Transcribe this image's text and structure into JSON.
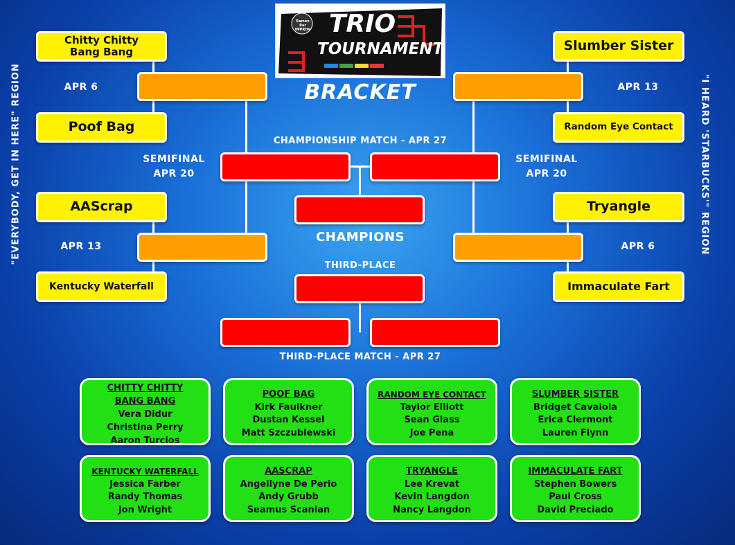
{
  "logo": {
    "badge": "Ramen Bar IMPROV",
    "line1": "TRIO",
    "line2": "TOURNAMENT"
  },
  "title": "BRACKET",
  "left_region": "\"EVERYBODY, GET IN HERE\" REGION",
  "right_region": "\"I HEARD 'STARBUCKS'\" REGION",
  "teams": {
    "l1": "Chitty Chitty Bang Bang",
    "l2": "Poof Bag",
    "l3": "AAScrap",
    "l4": "Kentucky Waterfall",
    "r1": "Slumber Sister",
    "r2": "Random Eye Contact",
    "r3": "Tryangle",
    "r4": "Immaculate Fart"
  },
  "dates": {
    "l_top": "APR 6",
    "l_bottom": "APR 13",
    "r_top": "APR 13",
    "r_bottom": "APR 6",
    "semi_left_1": "SEMIFINAL",
    "semi_left_2": "APR 20",
    "semi_right_1": "SEMIFINAL",
    "semi_right_2": "APR 20"
  },
  "championship_match": "CHAMPIONSHIP MATCH - APR 27",
  "champions": "CHAMPIONS",
  "third_place": "THIRD-PLACE",
  "third_place_match": "THIRD-PLACE MATCH - APR 27",
  "rosters": [
    {
      "team": "CHITTY CHITTY BANG BANG",
      "members": [
        "Vera Didur",
        "Christina Perry",
        "Aaron Turcios"
      ]
    },
    {
      "team": "POOF BAG",
      "members": [
        "Kirk Faulkner",
        "Dustan Kessel",
        "Matt Szczublewski"
      ]
    },
    {
      "team": "RANDOM EYE CONTACT",
      "members": [
        "Taylor Elliott",
        "Sean Glass",
        "Joe Pena"
      ]
    },
    {
      "team": "SLUMBER SISTER",
      "members": [
        "Bridget Cavaiola",
        "Erica Clermont",
        "Lauren Flynn"
      ]
    },
    {
      "team": "KENTUCKY WATERFALL",
      "members": [
        "Jessica Farber",
        "Randy Thomas",
        "Jon Wright"
      ]
    },
    {
      "team": "AASCRAP",
      "members": [
        "Angellyne De Perio",
        "Andy Grubb",
        "Seamus Scanlan"
      ]
    },
    {
      "team": "TRYANGLE",
      "members": [
        "Lee Krevat",
        "Kevin Langdon",
        "Nancy Langdon"
      ]
    },
    {
      "team": "IMMACULATE FART",
      "members": [
        "Stephen Bowers",
        "Paul Cross",
        "David Preciado"
      ]
    }
  ]
}
